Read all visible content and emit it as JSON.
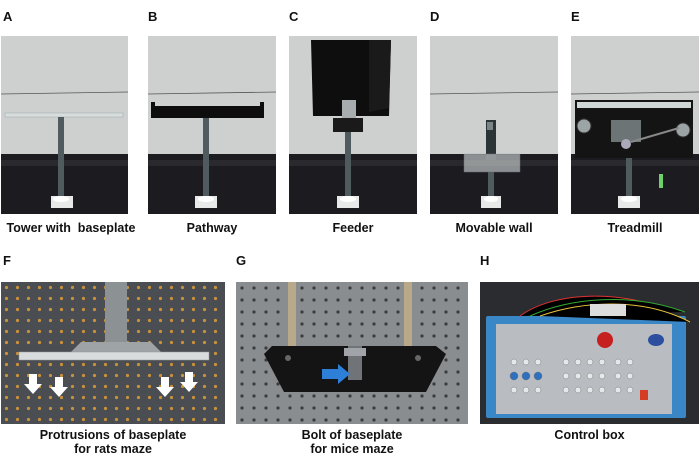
{
  "panels": [
    {
      "letter": "A",
      "caption": "Tower with  baseplate"
    },
    {
      "letter": "B",
      "caption": "Pathway"
    },
    {
      "letter": "C",
      "caption": "Feeder"
    },
    {
      "letter": "D",
      "caption": "Movable wall"
    },
    {
      "letter": "E",
      "caption": "Treadmill"
    },
    {
      "letter": "F",
      "caption_line1": "Protrusions of baseplate",
      "caption_line2": "for rats maze"
    },
    {
      "letter": "G",
      "caption_line1": "Bolt of baseplate",
      "caption_line2": "for mice maze"
    },
    {
      "letter": "H",
      "caption": "Control box"
    }
  ],
  "colors": {
    "background_wall": "#c9cccb",
    "floor_dark": "#1b1b1f",
    "pole": "#4f5b5e",
    "arrow_white": "#ffffff",
    "arrow_blue": "#2e7fd8",
    "box_blue": "#3a87c8",
    "panel_grey": "#b9bcc0"
  }
}
